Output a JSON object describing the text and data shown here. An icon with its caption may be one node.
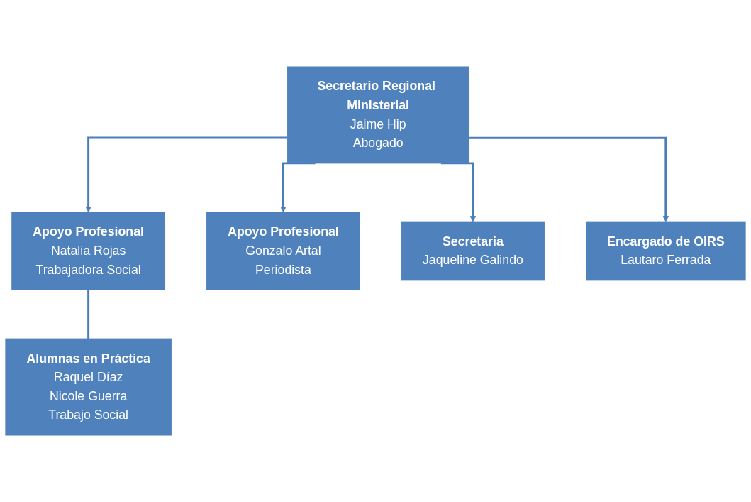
{
  "diagram": {
    "nodes": [
      {
        "text": [
          "Secretario Regional Ministerial",
          "Jaime Hip",
          "Abogado"
        ]
      },
      {
        "text": [
          "Apoyo Profesional",
          "Natalia Rojas",
          "Trabajadora Social"
        ]
      },
      {
        "text": [
          "Apoyo Profesional",
          "Gonzalo Artal",
          "Periodista"
        ]
      },
      {
        "text": [
          "Alumnas en Práctica",
          "Raquel Díaz",
          "Nicole Guerra",
          "Trabajo Social"
        ]
      },
      {
        "text": [
          "Secretaria",
          "Jaqueline Galindo"
        ]
      },
      {
        "text": [
          "Encargado de OIRS",
          "Lautaro Ferrada"
        ]
      }
    ],
    "edges": [
      {
        "from": 0,
        "to": 1,
        "arrow": "to"
      },
      {
        "from": 0,
        "to": 2,
        "arrow": "to"
      },
      {
        "from": 1,
        "to": 3,
        "arrow": "none"
      },
      {
        "from": 0,
        "to": 4,
        "arrow": "to"
      },
      {
        "from": 0,
        "to": 5,
        "arrow": "to"
      }
    ]
  }
}
